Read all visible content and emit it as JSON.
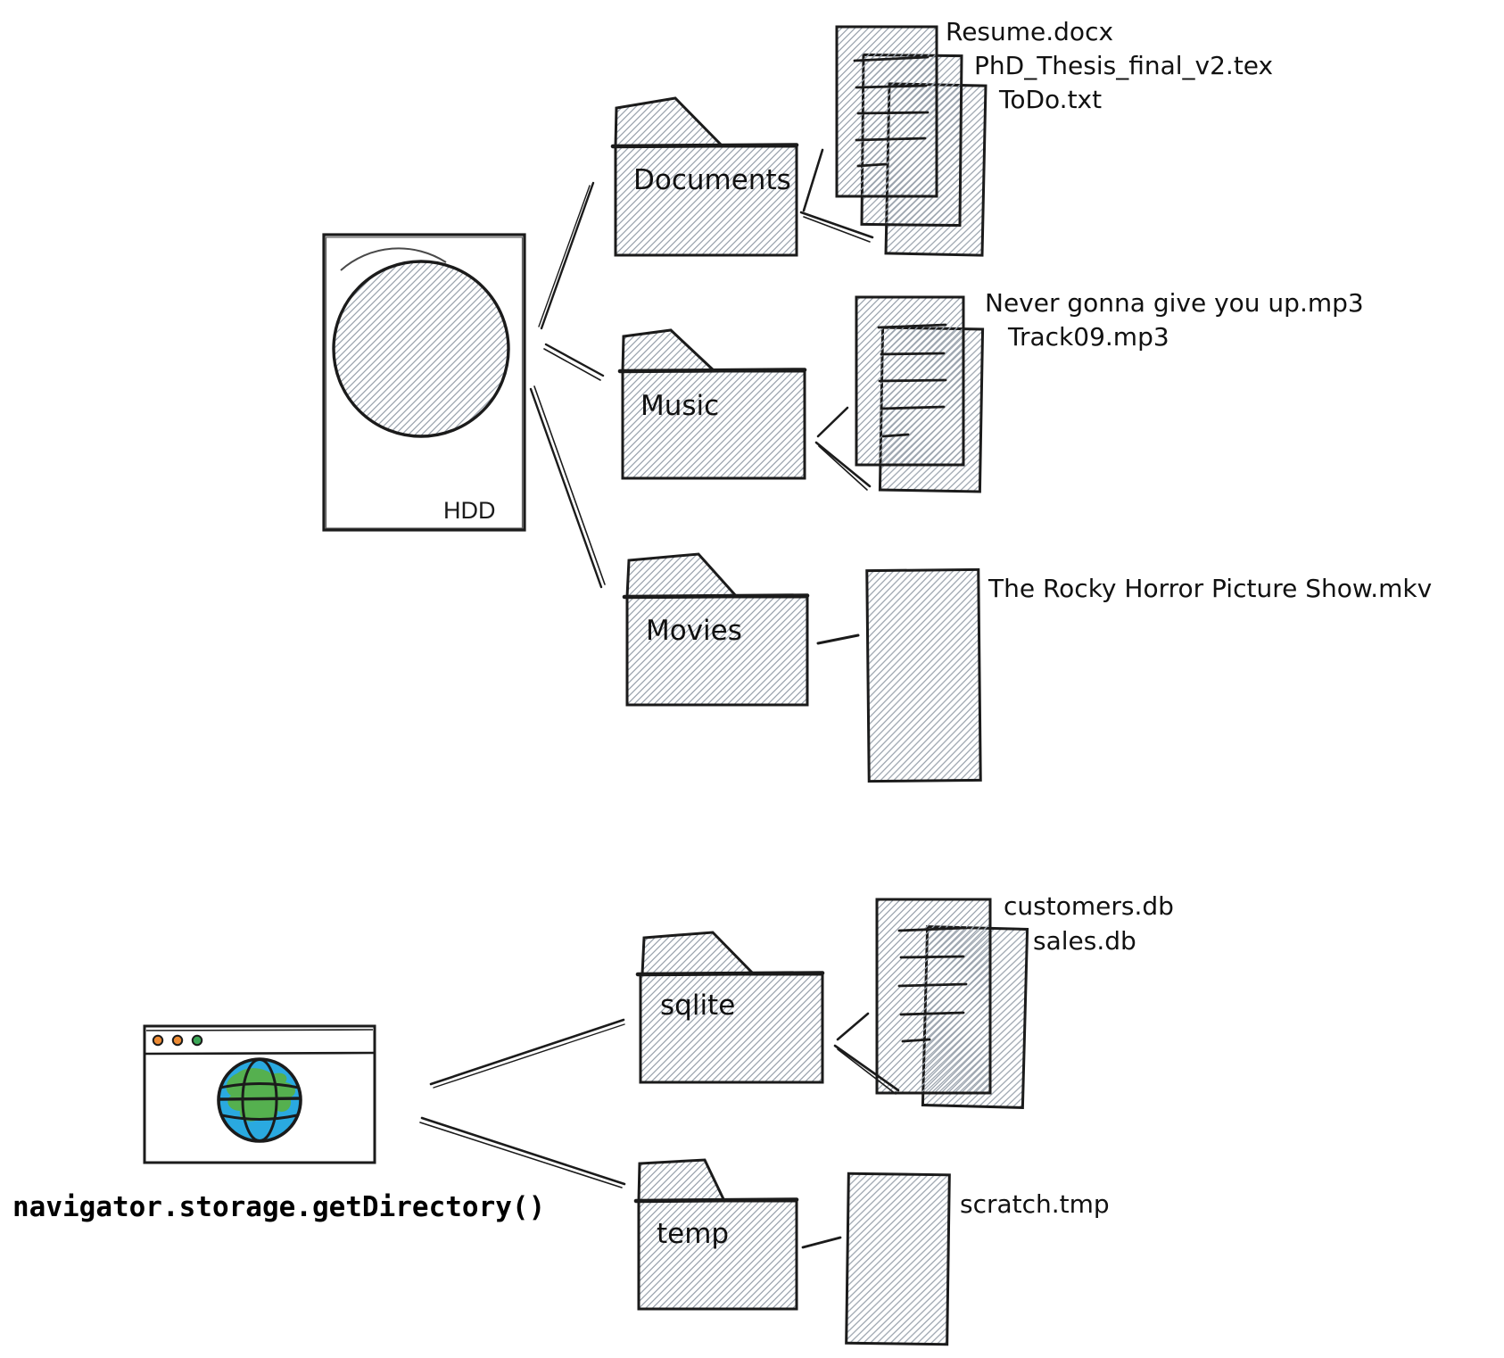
{
  "hdd": {
    "label": "HDD"
  },
  "browser": {
    "api_label": "navigator.storage.getDirectory()"
  },
  "hdd_tree": {
    "folders": [
      {
        "label": "Documents",
        "files": [
          "Resume.docx",
          "PhD_Thesis_final_v2.tex",
          "ToDo.txt"
        ]
      },
      {
        "label": "Music",
        "files": [
          "Never gonna give you up.mp3",
          "Track09.mp3"
        ]
      },
      {
        "label": "Movies",
        "files": [
          "The Rocky Horror Picture Show.mkv"
        ]
      }
    ]
  },
  "opfs_tree": {
    "folders": [
      {
        "label": "sqlite",
        "files": [
          "customers.db",
          "sales.db"
        ]
      },
      {
        "label": "temp",
        "files": [
          "scratch.tmp"
        ]
      }
    ]
  },
  "colors": {
    "ink": "#1b1b1b",
    "hatch": "#9aa3ad",
    "traffic_light_orange": "#ec8a33",
    "traffic_light_green": "#3aa655",
    "globe_ocean_blue": "#2aa9e0",
    "globe_land_green": "#55b04f"
  }
}
